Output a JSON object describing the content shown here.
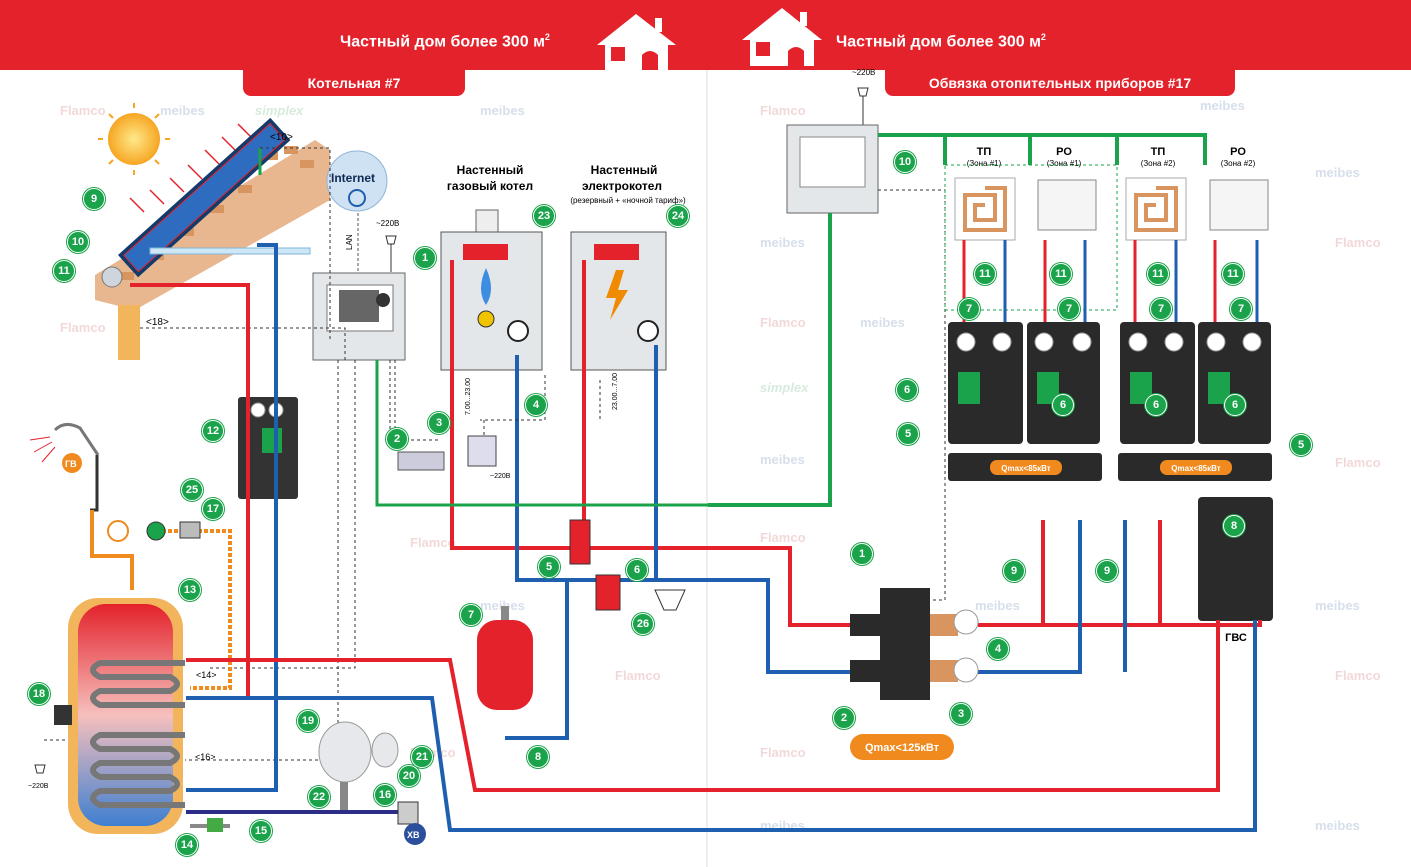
{
  "header": {
    "left_title": "Частный дом более 300 м",
    "right_title": "Частный дом более 300 м",
    "sup": "2",
    "left_tab": "Котельная #7",
    "right_tab": "Обвязка отопительных приборов #17"
  },
  "watermarks": [
    "Flamco",
    "meibes",
    "simplex"
  ],
  "left": {
    "internet": "Internet",
    "lan": "LAN",
    "v220": "~220В",
    "gas_boiler": [
      "Настенный",
      "газовый котел"
    ],
    "el_boiler": [
      "Настенный",
      "электрокотел"
    ],
    "el_boiler_note": "(резервный + «ночной тариф»)",
    "dim10": "<10>",
    "dim18": "<18>",
    "dim14": "<14>",
    "dim16": "<16>",
    "gv": "ГВ",
    "xv": "ХВ",
    "time1": "7.00...23.00",
    "time2": "23.00...7.00",
    "callouts": [
      "1",
      "2",
      "3",
      "4",
      "5",
      "6",
      "7",
      "8",
      "9",
      "10",
      "11",
      "12",
      "13",
      "14",
      "15",
      "16",
      "17",
      "18",
      "19",
      "20",
      "21",
      "22",
      "23",
      "24",
      "25",
      "26"
    ]
  },
  "right": {
    "v220": "~220В",
    "zones": [
      {
        "type": "ТП",
        "zone": "(Зона #1)"
      },
      {
        "type": "РО",
        "zone": "(Зона #1)"
      },
      {
        "type": "ТП",
        "zone": "(Зона #2)"
      },
      {
        "type": "РО",
        "zone": "(Зона #2)"
      }
    ],
    "qmax_small": "Qmax<85кВт",
    "qmax_big": "Qmax<125кВт",
    "gvs": "ГВС",
    "callouts": [
      "1",
      "2",
      "3",
      "4",
      "5",
      "6",
      "7",
      "8",
      "9",
      "10",
      "11"
    ]
  },
  "colors": {
    "red": "#e3222b",
    "blue": "#1f5fb0",
    "green": "#1aa34a",
    "dark": "#2a2a2a"
  }
}
